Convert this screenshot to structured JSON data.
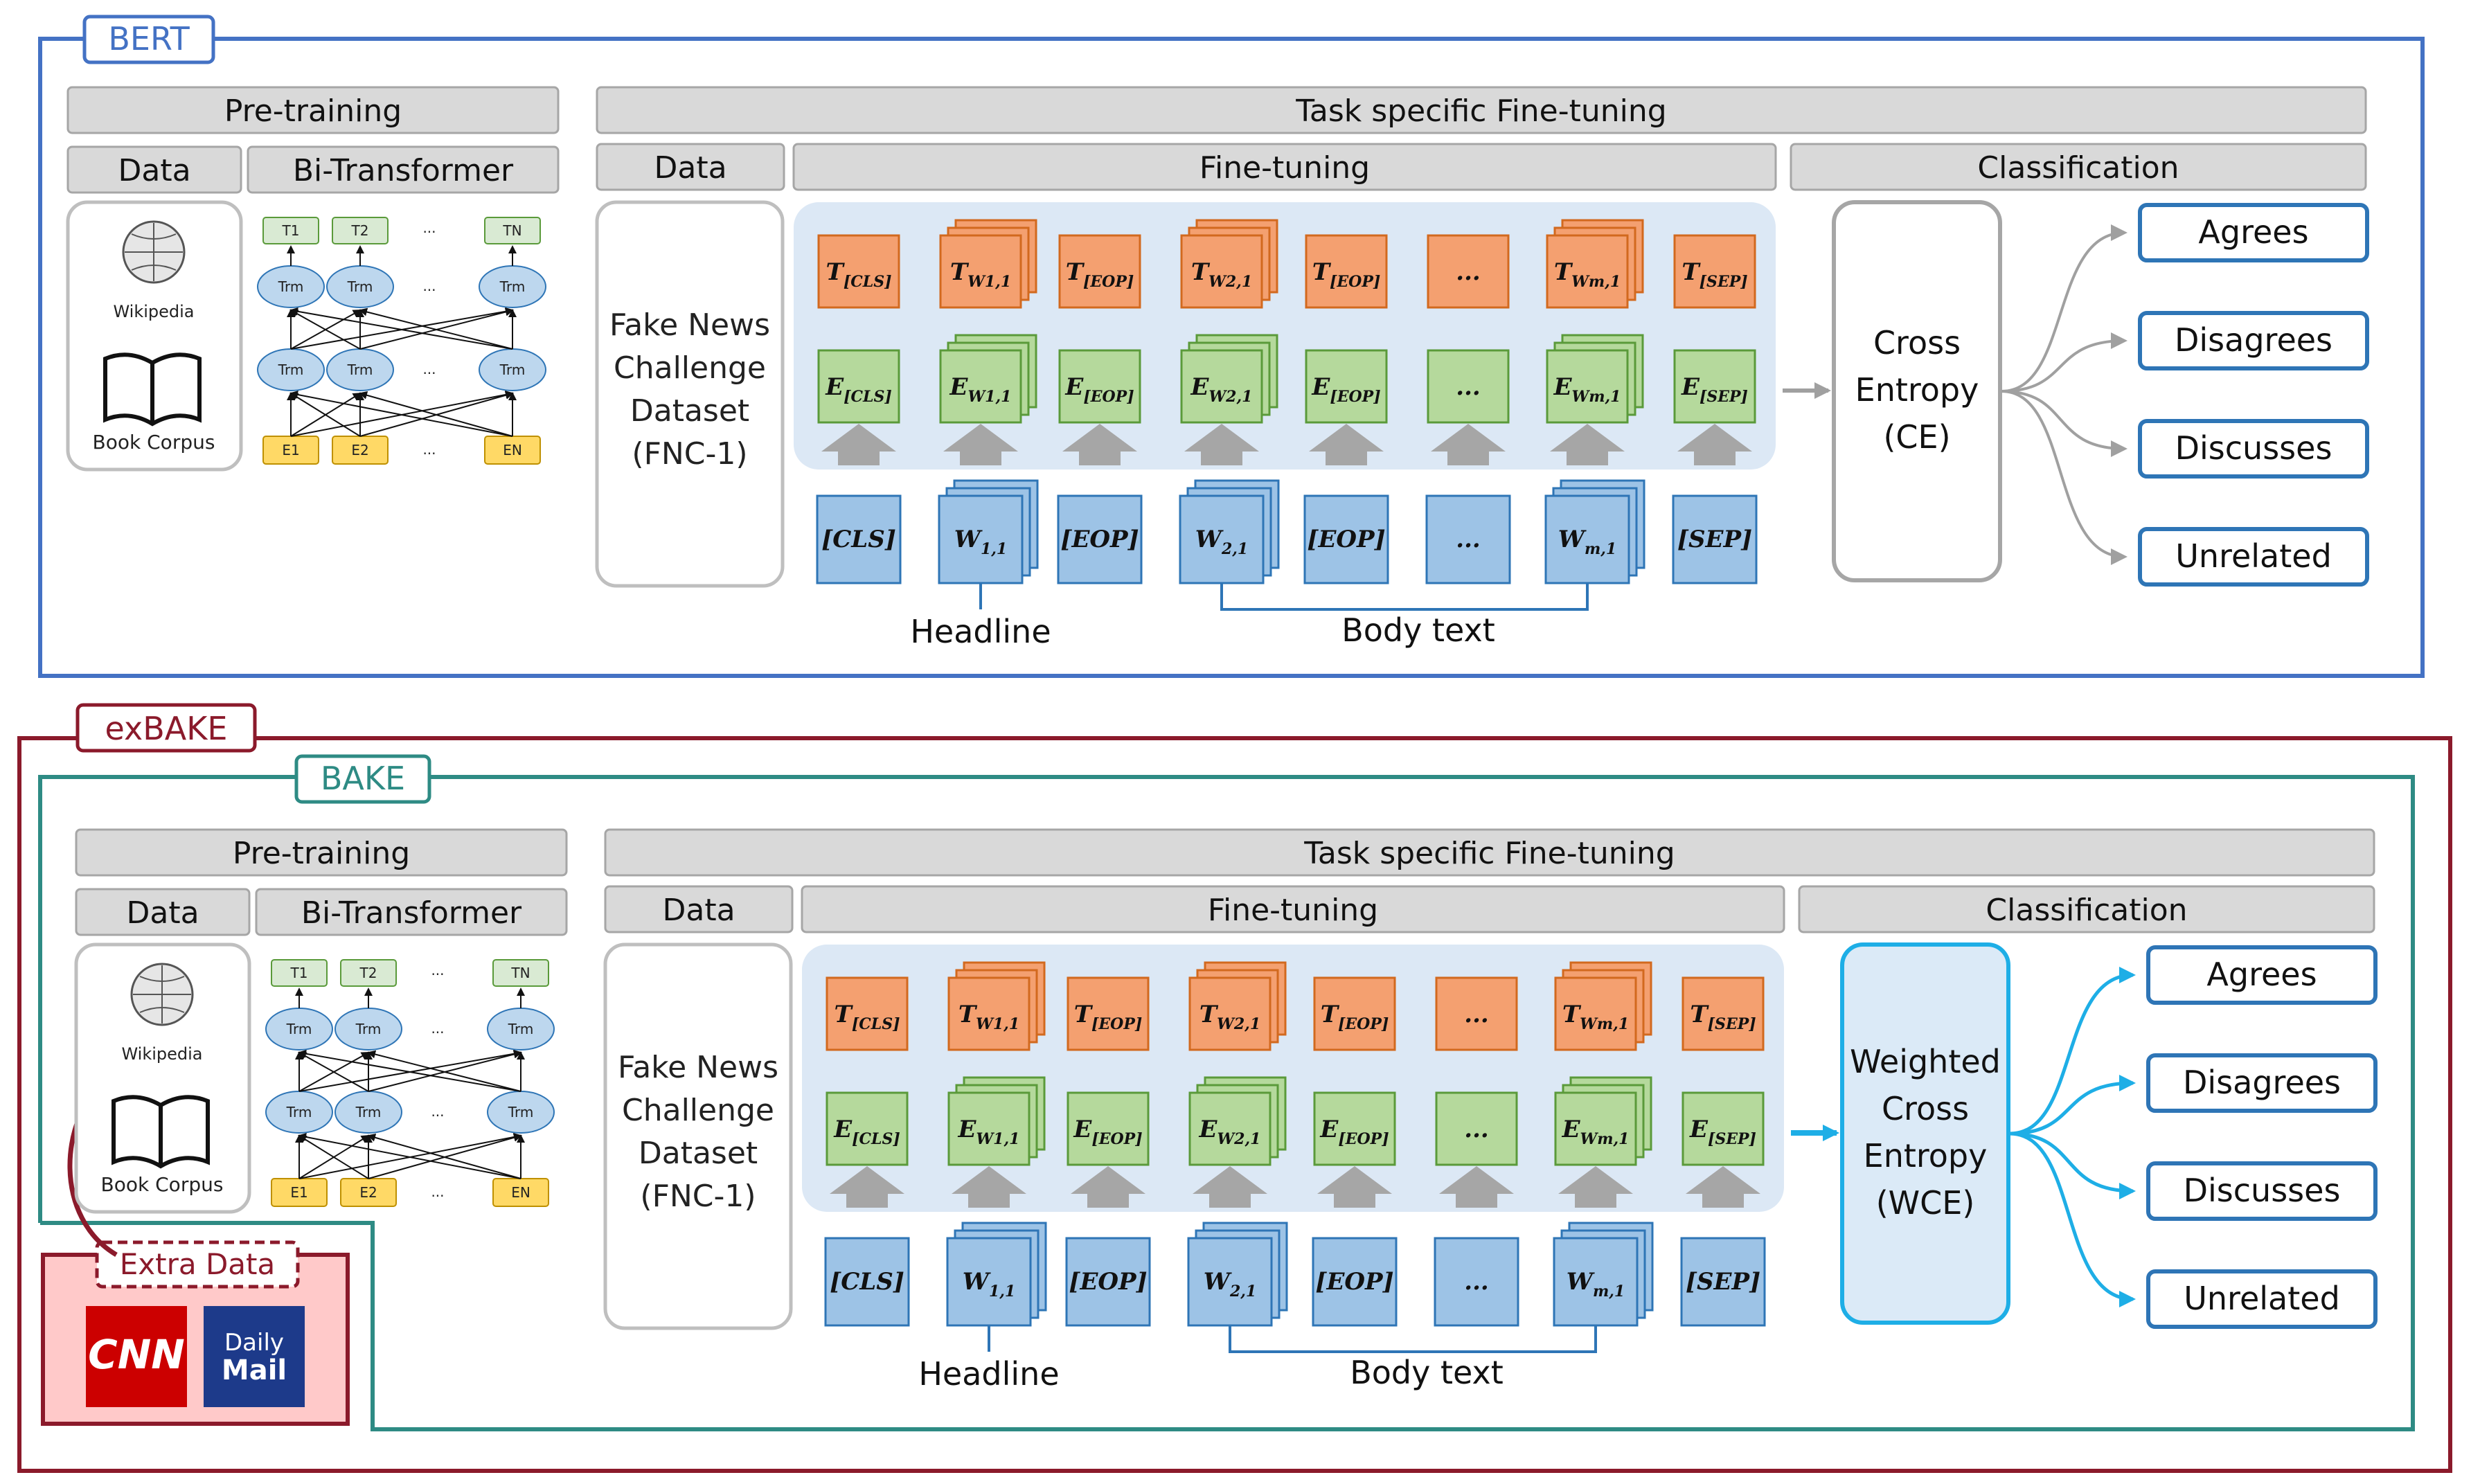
{
  "bert": {
    "tag": "BERT",
    "pretraining": "Pre-training",
    "data": "Data",
    "bi_transformer": "Bi-Transformer",
    "task_fine_tuning": "Task specific Fine-tuning",
    "ft_data": "Data",
    "fine_tuning": "Fine-tuning",
    "classification": "Classification",
    "dataset": [
      "Fake News",
      "Challenge",
      "Dataset",
      "(FNC-1)"
    ],
    "loss": [
      "Cross",
      "Entropy",
      "(CE)"
    ],
    "headline": "Headline",
    "body_text": "Body text"
  },
  "exbake": {
    "tag": "exBAKE"
  },
  "bake": {
    "tag": "BAKE",
    "pretraining": "Pre-training",
    "data": "Data",
    "bi_transformer": "Bi-Transformer",
    "task_fine_tuning": "Task specific Fine-tuning",
    "ft_data": "Data",
    "fine_tuning": "Fine-tuning",
    "classification": "Classification",
    "dataset": [
      "Fake News",
      "Challenge",
      "Dataset",
      "(FNC-1)"
    ],
    "loss": [
      "Weighted",
      "Cross",
      "Entropy",
      "(WCE)"
    ],
    "headline": "Headline",
    "body_text": "Body text"
  },
  "extra_data": {
    "label": "Extra Data",
    "cnn": "CNN",
    "dailymail": [
      "Daily",
      "Mail"
    ]
  },
  "corpus": {
    "wikipedia": "Wikipedia",
    "book_corpus": "Book Corpus"
  },
  "transformer": {
    "trm": "Trm",
    "t_labels": [
      "T1",
      "T2",
      "...",
      "TN"
    ],
    "e_labels": [
      "E1",
      "E2",
      "...",
      "EN"
    ]
  },
  "tokens": {
    "t_row": [
      {
        "main": "T",
        "sub": "[CLS]"
      },
      {
        "main": "T",
        "sub": "W1,1"
      },
      {
        "main": "T",
        "sub": "[EOP]"
      },
      {
        "main": "T",
        "sub": "W2,1"
      },
      {
        "main": "T",
        "sub": "[EOP]"
      },
      {
        "main": "...",
        "sub": ""
      },
      {
        "main": "T",
        "sub": "Wm,1"
      },
      {
        "main": "T",
        "sub": "[SEP]"
      }
    ],
    "e_row": [
      {
        "main": "E",
        "sub": "[CLS]"
      },
      {
        "main": "E",
        "sub": "W1,1"
      },
      {
        "main": "E",
        "sub": "[EOP]"
      },
      {
        "main": "E",
        "sub": "W2,1"
      },
      {
        "main": "E",
        "sub": "[EOP]"
      },
      {
        "main": "...",
        "sub": ""
      },
      {
        "main": "E",
        "sub": "Wm,1"
      },
      {
        "main": "E",
        "sub": "[SEP]"
      }
    ],
    "w_row": [
      {
        "main": "[CLS]",
        "sub": ""
      },
      {
        "main": "W",
        "sub": "1,1"
      },
      {
        "main": "[EOP]",
        "sub": ""
      },
      {
        "main": "W",
        "sub": "2,1"
      },
      {
        "main": "[EOP]",
        "sub": ""
      },
      {
        "main": "...",
        "sub": ""
      },
      {
        "main": "W",
        "sub": "m,1"
      },
      {
        "main": "[SEP]",
        "sub": ""
      }
    ]
  },
  "classes": [
    "Agrees",
    "Disagrees",
    "Discusses",
    "Unrelated"
  ],
  "colors": {
    "bert_border": "#4472c4",
    "exbake_border": "#8b1a2b",
    "bake_border": "#2e8b84",
    "orange": "#f4a070",
    "orange_border": "#d2691e",
    "green": "#b5d99c",
    "green_border": "#5a9a3a",
    "blue": "#9dc3e6",
    "blue_border": "#2e75b6",
    "cyan": "#1eaee6",
    "panel_bg": "#dce8f5",
    "grey_bar": "#d9d9d9"
  }
}
